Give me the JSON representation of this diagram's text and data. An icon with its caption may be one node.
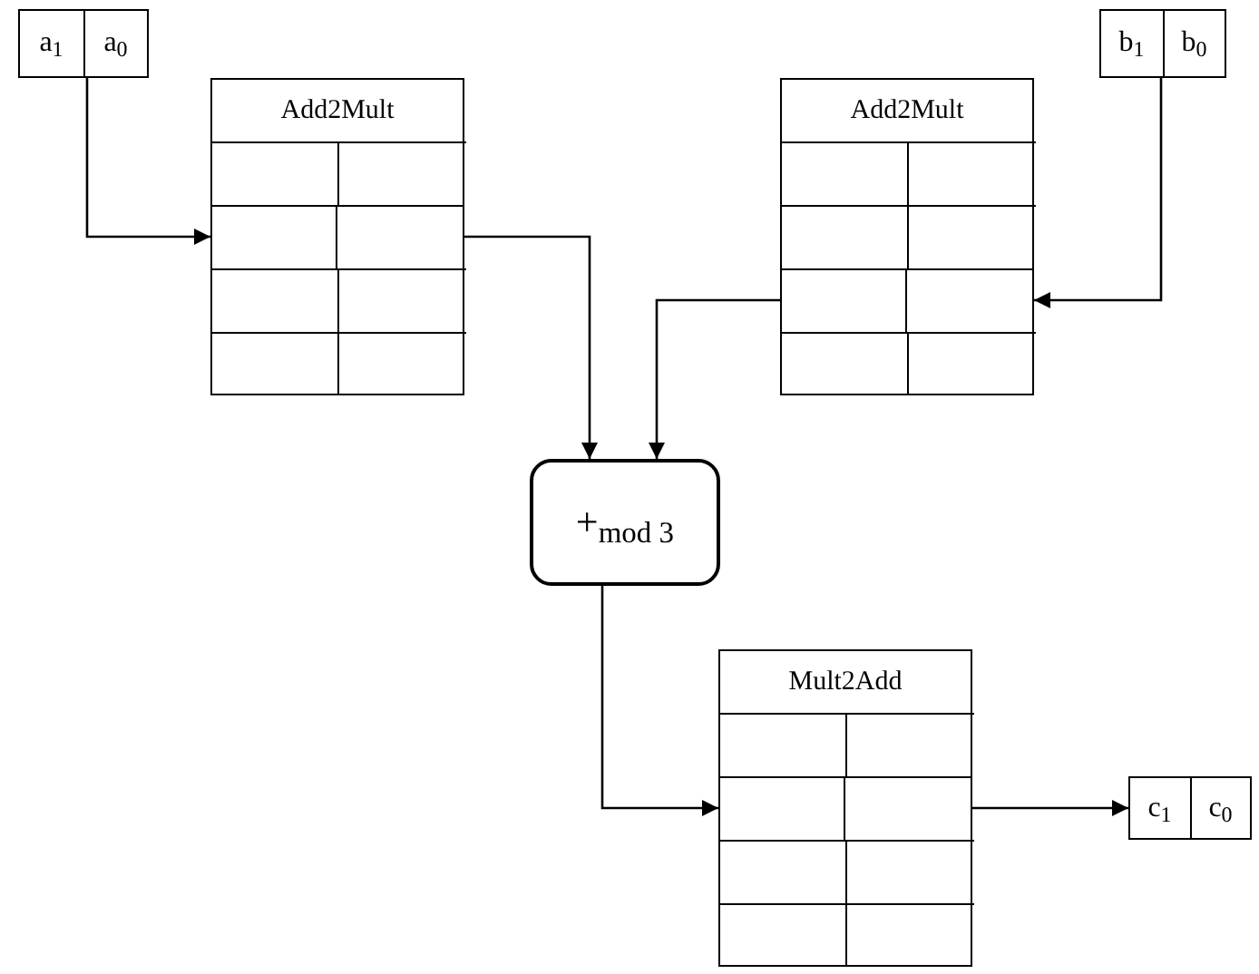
{
  "diagram": {
    "nodes": [
      {
        "text": [
          "a$_{1}$",
          "a$_{0}$"
        ]
      },
      {
        "text": [
          "Add2Mult"
        ]
      },
      {
        "text": [],
        "shape": "box",
        "in": 1
      },
      {
        "text": [],
        "shape": "box",
        "in": 1
      },
      {
        "text": [
          "b$_{1}$",
          "b$_{0}$"
        ]
      },
      {
        "text": [
          "Add2Mult"
        ]
      },
      {
        "text": [],
        "shape": "box",
        "in": 5
      },
      {
        "text": [],
        "shape": "box",
        "in": 5
      },
      {
        "text": [
          "+$_{mod 3}$"
        ]
      },
      {
        "text": [
          "Mult2Add"
        ]
      },
      {
        "text": [],
        "shape": "box",
        "in": 9
      },
      {
        "text": [],
        "shape": "box",
        "in": 9
      },
      {
        "text": [
          "c$_{1}$",
          "c$_{0}$"
        ]
      }
    ],
    "edges": [
      {
        "from": 0,
        "to": 2,
        "arrow": "to"
      },
      {
        "from": 3,
        "to": 8,
        "arrow": "to"
      },
      {
        "from": 4,
        "to": 7,
        "arrow": "to"
      },
      {
        "from": 6,
        "to": 8,
        "arrow": "to"
      },
      {
        "from": 8,
        "to": 10,
        "arrow": "to"
      },
      {
        "from": 11,
        "to": 12,
        "arrow": "to"
      }
    ]
  }
}
